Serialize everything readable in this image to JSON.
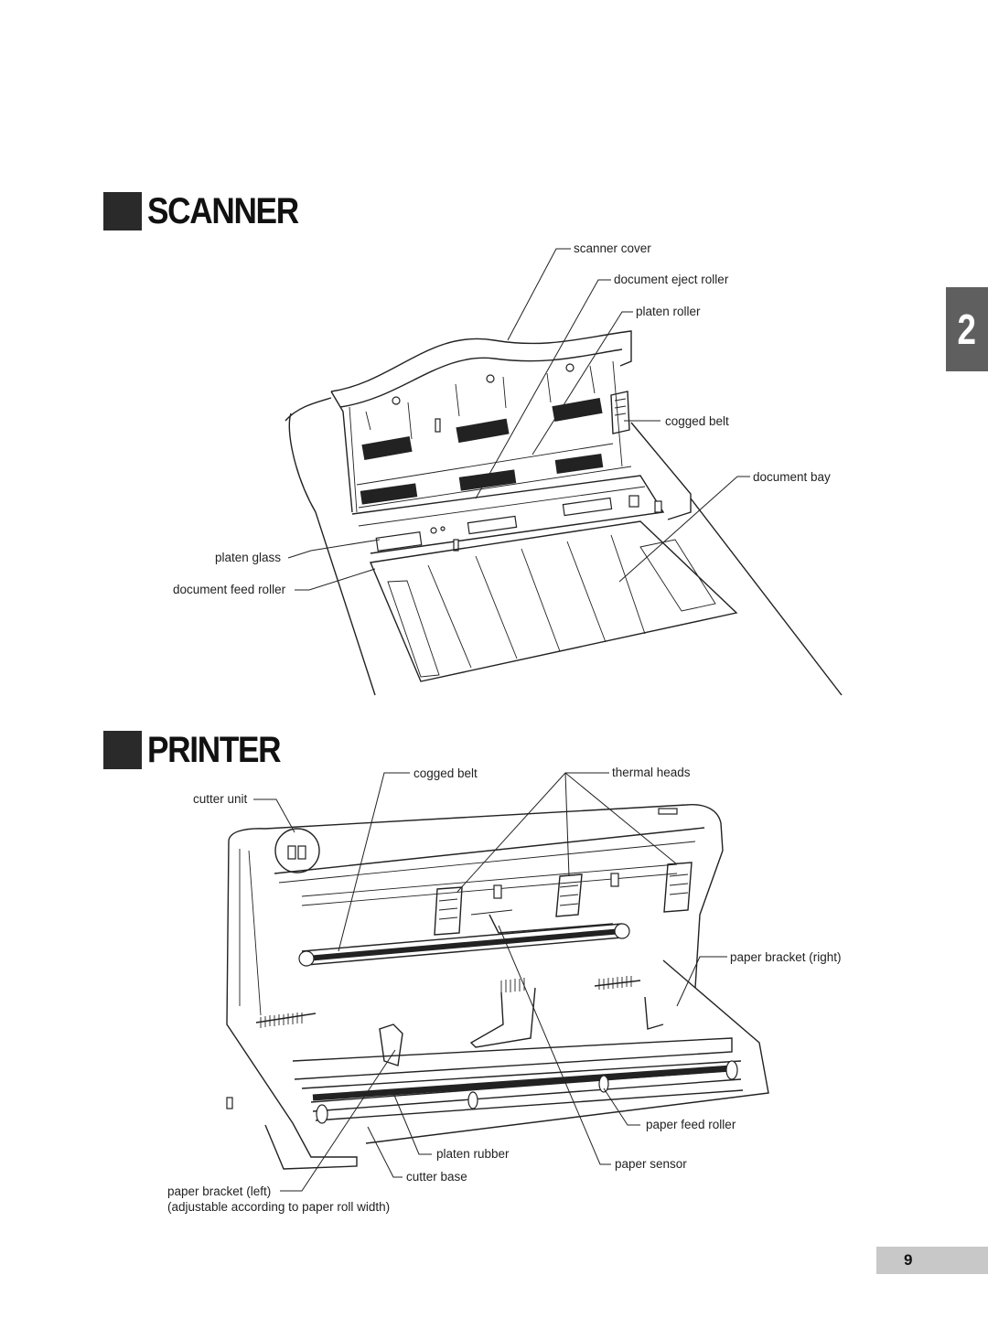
{
  "scanner": {
    "heading": "SCANNER",
    "labels": {
      "scanner_cover": "scanner cover",
      "document_eject_roller": "document eject roller",
      "platen_roller": "platen roller",
      "cogged_belt": "cogged belt",
      "document_bay": "document bay",
      "platen_glass": "platen glass",
      "document_feed_roller": "document feed roller"
    }
  },
  "printer": {
    "heading": "PRINTER",
    "labels": {
      "cogged_belt": "cogged belt",
      "thermal_heads": "thermal heads",
      "cutter_unit": "cutter unit",
      "paper_bracket_right": "paper bracket (right)",
      "paper_feed_roller": "paper feed roller",
      "platen_rubber": "platen rubber",
      "paper_sensor": "paper sensor",
      "cutter_base": "cutter base",
      "paper_bracket_left": "paper bracket (left)",
      "paper_bracket_left_note": "(adjustable according to paper roll width)"
    }
  },
  "chapter_tab": "2",
  "page_number": "9"
}
